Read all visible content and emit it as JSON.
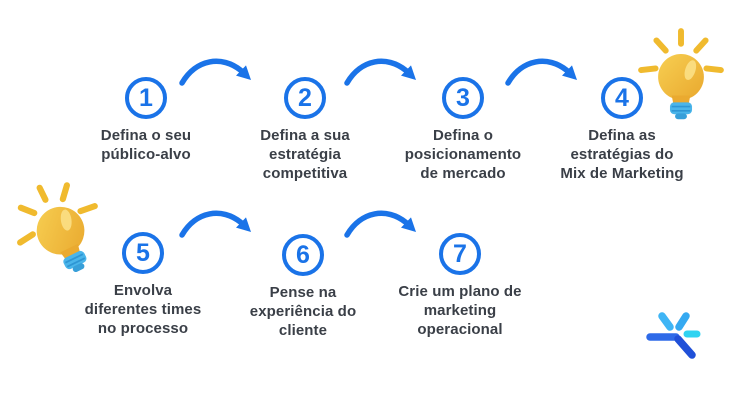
{
  "steps": [
    {
      "number": "1",
      "label": "Defina o seu\npúblico-alvo"
    },
    {
      "number": "2",
      "label": "Defina a sua\nestratégia\ncompetitiva"
    },
    {
      "number": "3",
      "label": "Defina o\nposicionamento\nde mercado"
    },
    {
      "number": "4",
      "label": "Defina as\nestratégias do\nMix de Marketing"
    },
    {
      "number": "5",
      "label": "Envolva\ndiferentes times\nno processo"
    },
    {
      "number": "6",
      "label": "Pense na\nexperiência do\ncliente"
    },
    {
      "number": "7",
      "label": "Crie um plano de\nmarketing\noperacional"
    }
  ],
  "icons": {
    "arrow": "curved-arrow-icon",
    "lightbulb_top_right": "lightbulb-icon",
    "lightbulb_bottom_left": "lightbulb-icon",
    "logo": "asterisk-logo-mark"
  },
  "colors": {
    "accent_blue": "#1a73e8",
    "text_dark": "#3a3f47",
    "bulb_yellow": "#f0ba2e",
    "bulb_glass_light": "#f7cf52",
    "bulb_glass_dark": "#e9a82e",
    "bulb_base_blue": "#4ab5ea",
    "logo_royal_blue": "#2e6ae8",
    "logo_deep_blue": "#2050d8",
    "logo_sky_blue": "#3fb5f5",
    "logo_cyan": "#2fd3f1",
    "background": "#ffffff"
  }
}
